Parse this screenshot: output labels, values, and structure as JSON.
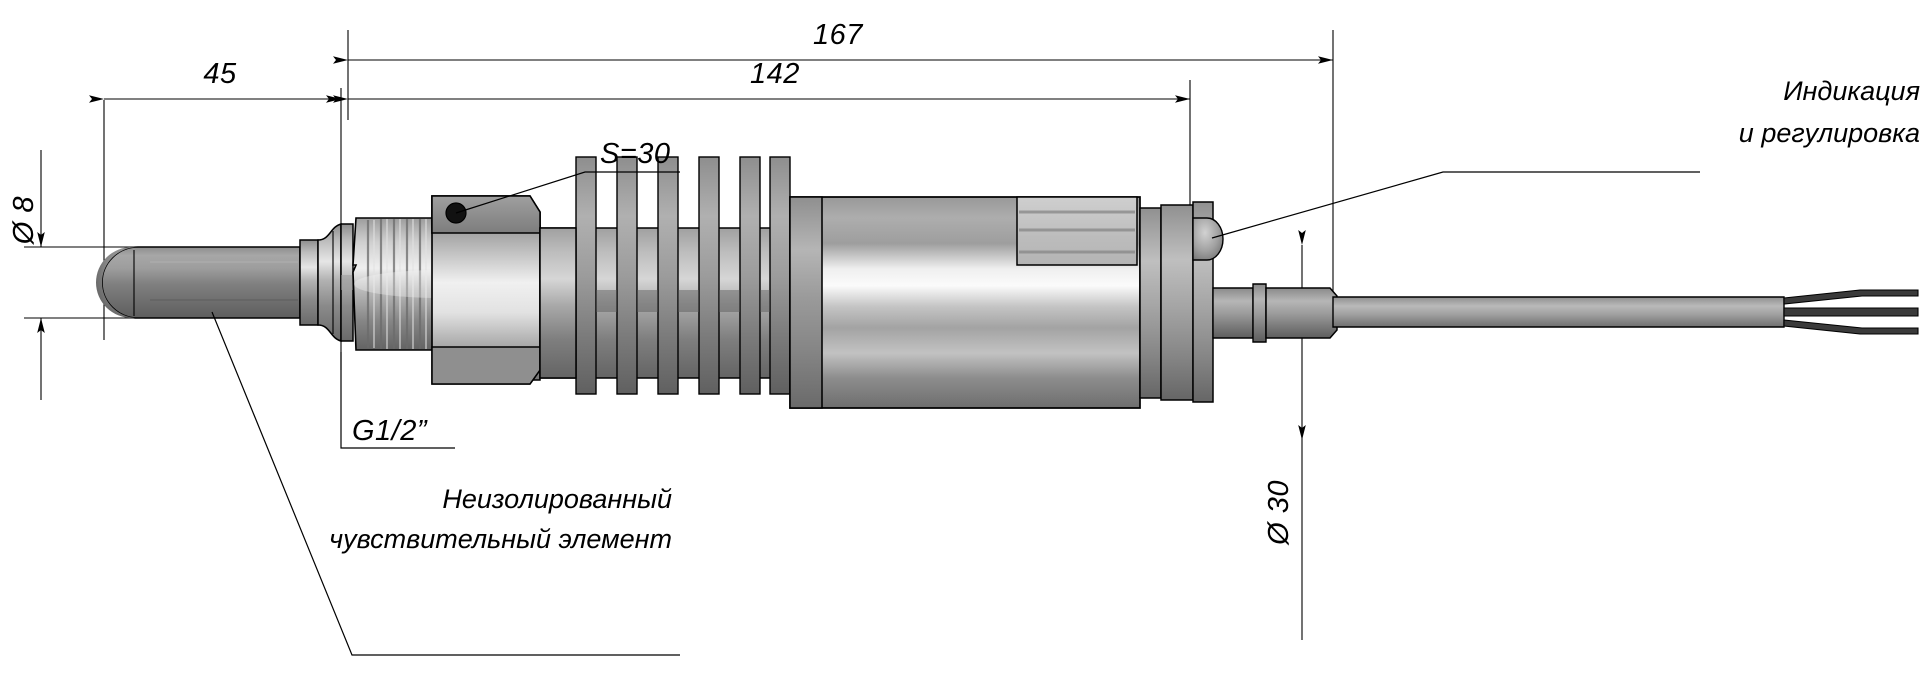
{
  "drawing": {
    "title": "Temperature sensor assembly dimensioned drawing",
    "units": "mm",
    "background_color": "#ffffff",
    "line_color": "#000000"
  },
  "dimensions": {
    "overall_length": {
      "label": "167",
      "name": "overall-length-dimension"
    },
    "body_length": {
      "label": "142",
      "name": "body-length-dimension"
    },
    "probe_length": {
      "label": "45",
      "name": "probe-length-dimension"
    },
    "probe_diameter": {
      "label": "Ø 8",
      "name": "probe-diameter-dimension"
    },
    "body_diameter": {
      "label": "Ø 30",
      "name": "body-diameter-dimension"
    }
  },
  "callouts": {
    "hex_size": {
      "label": "S=30",
      "name": "hex-wrench-size-callout"
    },
    "thread": {
      "label": "G1/2”",
      "name": "thread-size-callout"
    },
    "indication": {
      "line1": "Индикация",
      "line2": "и регулировка",
      "name": "indication-adjustment-callout"
    },
    "sensing_element": {
      "line1": "Неизолированный",
      "line2": "чувствительный элемент",
      "name": "sensing-element-callout"
    }
  },
  "parts": {
    "probe": "probe-rod",
    "probe_tip": "probe-tip",
    "transition": "probe-transition-collar",
    "thread_section": "threaded-process-connection",
    "hex_nut": "hex-nut",
    "hex_hole": "hex-nut-seal-hole",
    "fin_block": "cooling-fin-stack",
    "fin_count": 6,
    "main_body": "electronics-housing",
    "display_window": "display-window",
    "adjust_screw": "adjustment-screw",
    "cable_gland": "cable-gland",
    "cable": "output-cable",
    "wire_count": 3
  },
  "colors": {
    "metal_light": "#d8d8d8",
    "metal_mid": "#9a9a9a",
    "metal_dark": "#5a5a5a",
    "metal_darkest": "#3c3c3c",
    "highlight": "#f2f2f2",
    "outline": "#000000"
  }
}
